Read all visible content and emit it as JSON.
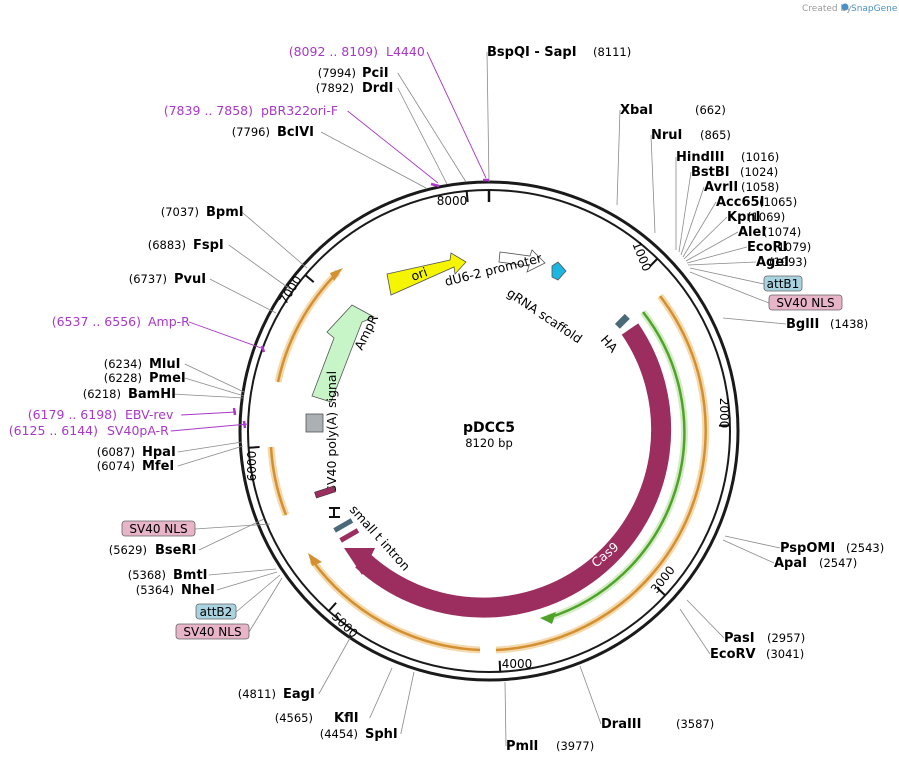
{
  "brand": {
    "prefix": "Created by",
    "name": "SnapGene"
  },
  "plasmid": {
    "name": "pDCC5",
    "size_label": "8120 bp",
    "length": 8120
  },
  "ticks": [
    "1000",
    "2000",
    "3000",
    "4000",
    "5000",
    "6000",
    "7000",
    "8000"
  ],
  "colors": {
    "cas9": "#9b2d5f",
    "orf_orange": "#e8a33a",
    "orf_orange_light": "#f4d9ad",
    "orf_green": "#4fa32a",
    "orf_green_light": "#d4ecc4",
    "ori": "#f5f500",
    "ampr": "#c8f5c8",
    "promoter": "#ffffff",
    "scaffold": "#1cb6e0",
    "primer": "#a838c8",
    "nls_box": "#e8b4c8",
    "att_box": "#a9d3e0"
  },
  "features": {
    "cas9": "Cas9",
    "ha": "HA",
    "ori": "ori",
    "ampr": "AmpR",
    "dU6": "dU6-2 promoter",
    "scaffold": "gRNA scaffold",
    "sv40polyA": "SV40 poly(A) signal",
    "small_t": "small t intron"
  },
  "right_sites": [
    {
      "name": "BspQI  - SapI",
      "pos": "(8111)"
    },
    {
      "name": "XbaI",
      "pos": "(662)"
    },
    {
      "name": "NruI",
      "pos": "(865)"
    },
    {
      "name": "HindIII",
      "pos": "(1016)"
    },
    {
      "name": "BstBI",
      "pos": "(1024)"
    },
    {
      "name": "AvrII",
      "pos": "(1058)"
    },
    {
      "name": "Acc65I",
      "pos": "(1065)"
    },
    {
      "name": "KpnI",
      "pos": "(1069)"
    },
    {
      "name": "AleI",
      "pos": "(1074)"
    },
    {
      "name": "EcoRI",
      "pos": "(1079)"
    },
    {
      "name": "AgeI",
      "pos": "(1093)"
    },
    {
      "name": "BglII",
      "pos": "(1438)"
    },
    {
      "name": "PspOMI",
      "pos": "(2543)"
    },
    {
      "name": "ApaI",
      "pos": "(2547)"
    },
    {
      "name": "PasI",
      "pos": "(2957)"
    },
    {
      "name": "EcoRV",
      "pos": "(3041)"
    },
    {
      "name": "DraIII",
      "pos": "(3587)"
    },
    {
      "name": "PmlI",
      "pos": "(3977)"
    }
  ],
  "left_sites": [
    {
      "name": "PciI",
      "pos": "(7994)"
    },
    {
      "name": "DrdI",
      "pos": "(7892)"
    },
    {
      "name": "BclVI",
      "pos": "(7796)"
    },
    {
      "name": "BpmI",
      "pos": "(7037)"
    },
    {
      "name": "FspI",
      "pos": "(6883)"
    },
    {
      "name": "PvuI",
      "pos": "(6737)"
    },
    {
      "name": "MluI",
      "pos": "(6234)"
    },
    {
      "name": "PmeI",
      "pos": "(6228)"
    },
    {
      "name": "BamHI",
      "pos": "(6218)"
    },
    {
      "name": "HpaI",
      "pos": "(6087)"
    },
    {
      "name": "MfeI",
      "pos": "(6074)"
    },
    {
      "name": "BseRI",
      "pos": "(5629)"
    },
    {
      "name": "BmtI",
      "pos": "(5368)"
    },
    {
      "name": "NheI",
      "pos": "(5364)"
    },
    {
      "name": "EagI",
      "pos": "(4811)"
    },
    {
      "name": "KflI",
      "pos": "(4565)"
    },
    {
      "name": "SphI",
      "pos": "(4454)"
    }
  ],
  "primers": [
    {
      "range": "(8092 .. 8109)",
      "name": "L4440"
    },
    {
      "range": "(7839 .. 7858)",
      "name": "pBR322ori-F"
    },
    {
      "range": "(6537 .. 6556)",
      "name": "Amp-R"
    },
    {
      "range": "(6179 .. 6198)",
      "name": "EBV-rev"
    },
    {
      "range": "(6125 .. 6144)",
      "name": "SV40pA-R"
    }
  ],
  "boxes": [
    {
      "label": "attB1"
    },
    {
      "label": "SV40 NLS"
    },
    {
      "label": "SV40 NLS"
    },
    {
      "label": "attB2"
    },
    {
      "label": "SV40 NLS"
    }
  ]
}
